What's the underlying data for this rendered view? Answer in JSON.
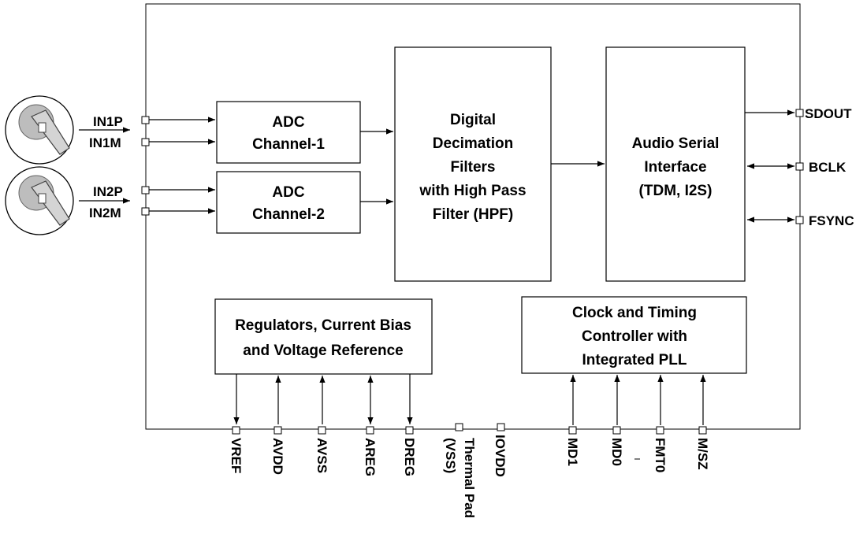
{
  "blocks": {
    "adc1": [
      "ADC",
      "Channel-1"
    ],
    "adc2": [
      "ADC",
      "Channel-2"
    ],
    "decimation": [
      "Digital",
      "Decimation",
      "Filters",
      "with High Pass",
      "Filter (HPF)"
    ],
    "asi": [
      "Audio Serial",
      "Interface",
      "(TDM, I2S)"
    ],
    "regulators": [
      "Regulators, Current Bias",
      "and  Voltage Reference"
    ],
    "clock": [
      "Clock and Timing",
      "Controller with",
      "Integrated PLL"
    ]
  },
  "pins": {
    "in1p": "IN1P",
    "in1m": "IN1M",
    "in2p": "IN2P",
    "in2m": "IN2M",
    "sdout": "SDOUT",
    "bclk": "BCLK",
    "fsync": "FSYNC",
    "vref": "VREF",
    "avdd": "AVDD",
    "avss": "AVSS",
    "areg": "AREG",
    "dreg": "DREG",
    "thermal_pad": [
      "Thermal Pad",
      "(VSS)"
    ],
    "iovdd": "IOVDD",
    "md1": "MD1",
    "md0": "MD0",
    "fmt0": "FMT0",
    "msz": "M/SZ"
  },
  "icons": [
    "microphone-icon",
    "microphone-icon"
  ]
}
